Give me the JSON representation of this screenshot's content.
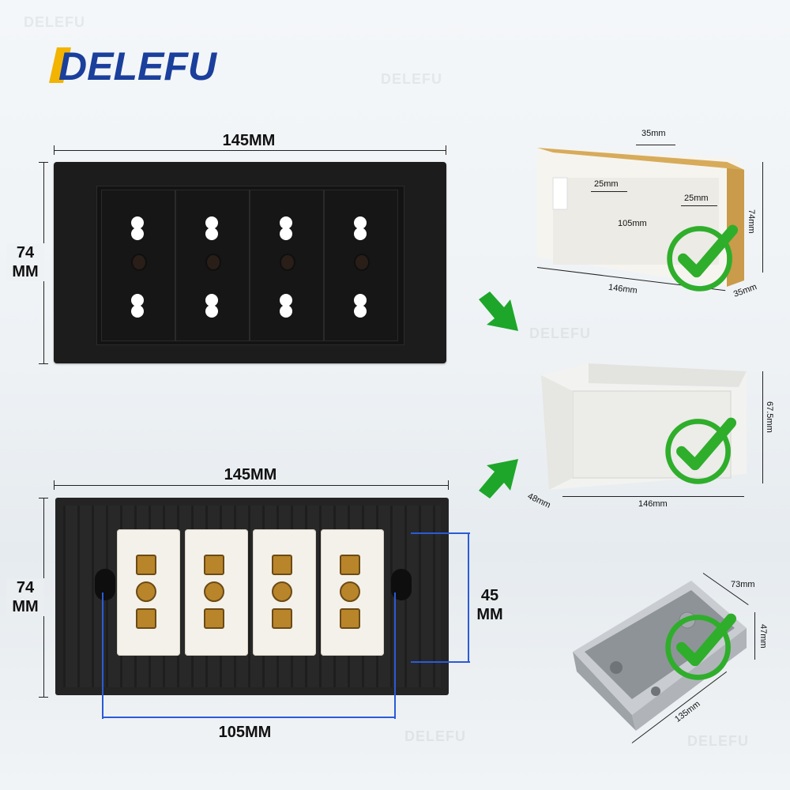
{
  "brand": "DELEFU",
  "watermark": "DELEFU",
  "front_panel": {
    "width_label": "145MM",
    "height_label": "74\nMM"
  },
  "back_panel": {
    "width_label": "145MM",
    "height_label": "74\nMM",
    "hole_spacing_label": "105MM",
    "module_height_label": "45\nMM"
  },
  "box1": {
    "top_label": "35mm",
    "inner_left_label": "25mm",
    "inner_right_label": "25mm",
    "inner_span_label": "105mm",
    "length_label": "146mm",
    "depth_label": "35mm",
    "height_label": "74mm"
  },
  "box2": {
    "depth_label": "48mm",
    "length_label": "146mm",
    "height_label": "67.5mm"
  },
  "box3": {
    "width_label": "73mm",
    "height_label": "47mm",
    "length_label": "135mm"
  },
  "colors": {
    "brand_blue": "#1a3f9c",
    "brand_yellow": "#f2b400",
    "check_green": "#2fae2b",
    "arrow_green": "#1ea62a",
    "dim_line_blue": "#2a5bd7"
  },
  "icons": [
    "arrow-right-icon",
    "check-icon"
  ]
}
